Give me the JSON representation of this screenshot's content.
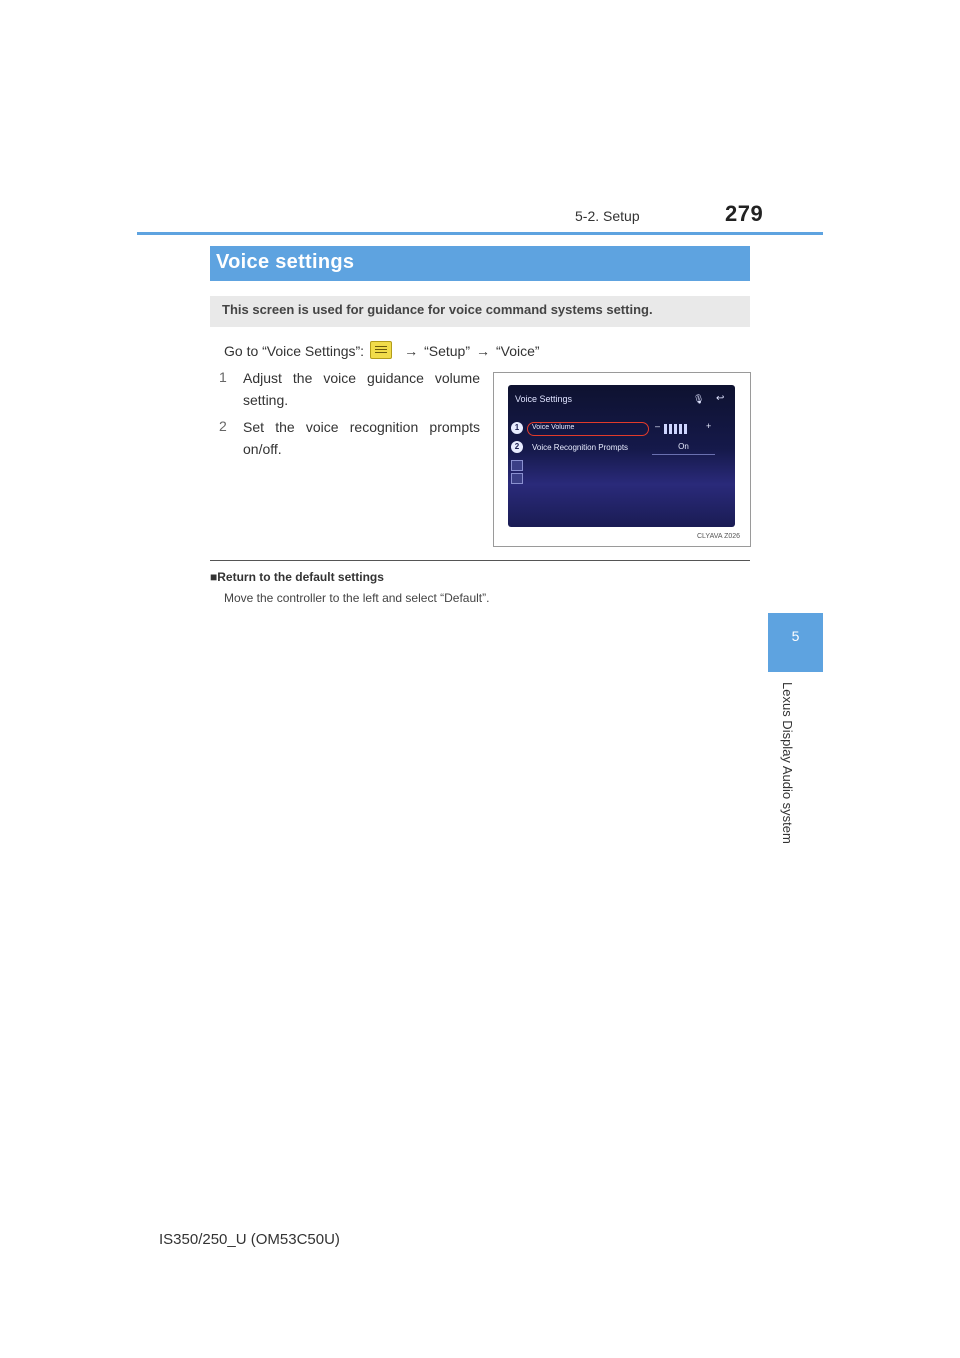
{
  "header": {
    "section": "5-2. Setup",
    "page_number": "279"
  },
  "side_tab": {
    "chapter_number": "5",
    "chapter_title": "Lexus Display Audio system"
  },
  "section": {
    "title": "Voice settings",
    "description": "This screen is used for guidance for voice command systems setting."
  },
  "navigation": {
    "prefix": "Go to “Voice Settings”:",
    "menu_icon": "menu-button-icon",
    "menu_icon_label": "MENU",
    "step1": "“Setup”",
    "step2": "“Voice”",
    "arrow": "→"
  },
  "steps": [
    {
      "marker": "1",
      "text": "Adjust the voice guidance volume setting."
    },
    {
      "marker": "2",
      "text": "Set the voice recognition prompts on/off."
    }
  ],
  "screenshot": {
    "title": "Voice Settings",
    "rows": [
      {
        "label": "Voice Volume",
        "value": ""
      },
      {
        "label": "Voice Recognition Prompts",
        "value": "On"
      }
    ],
    "volume_minus": "–",
    "volume_plus": "+",
    "code": "CLYAVA Z026"
  },
  "note": {
    "heading": "Return to the default settings",
    "bullet": "■",
    "body": "Move the controller to the left and select “Default”."
  },
  "footer": {
    "model": "IS350/250_U (OM53C50U)"
  },
  "colors": {
    "accent": "#5ea3e0",
    "description_band": "#e9e9e9",
    "screen_highlight": "#e23a2a"
  }
}
